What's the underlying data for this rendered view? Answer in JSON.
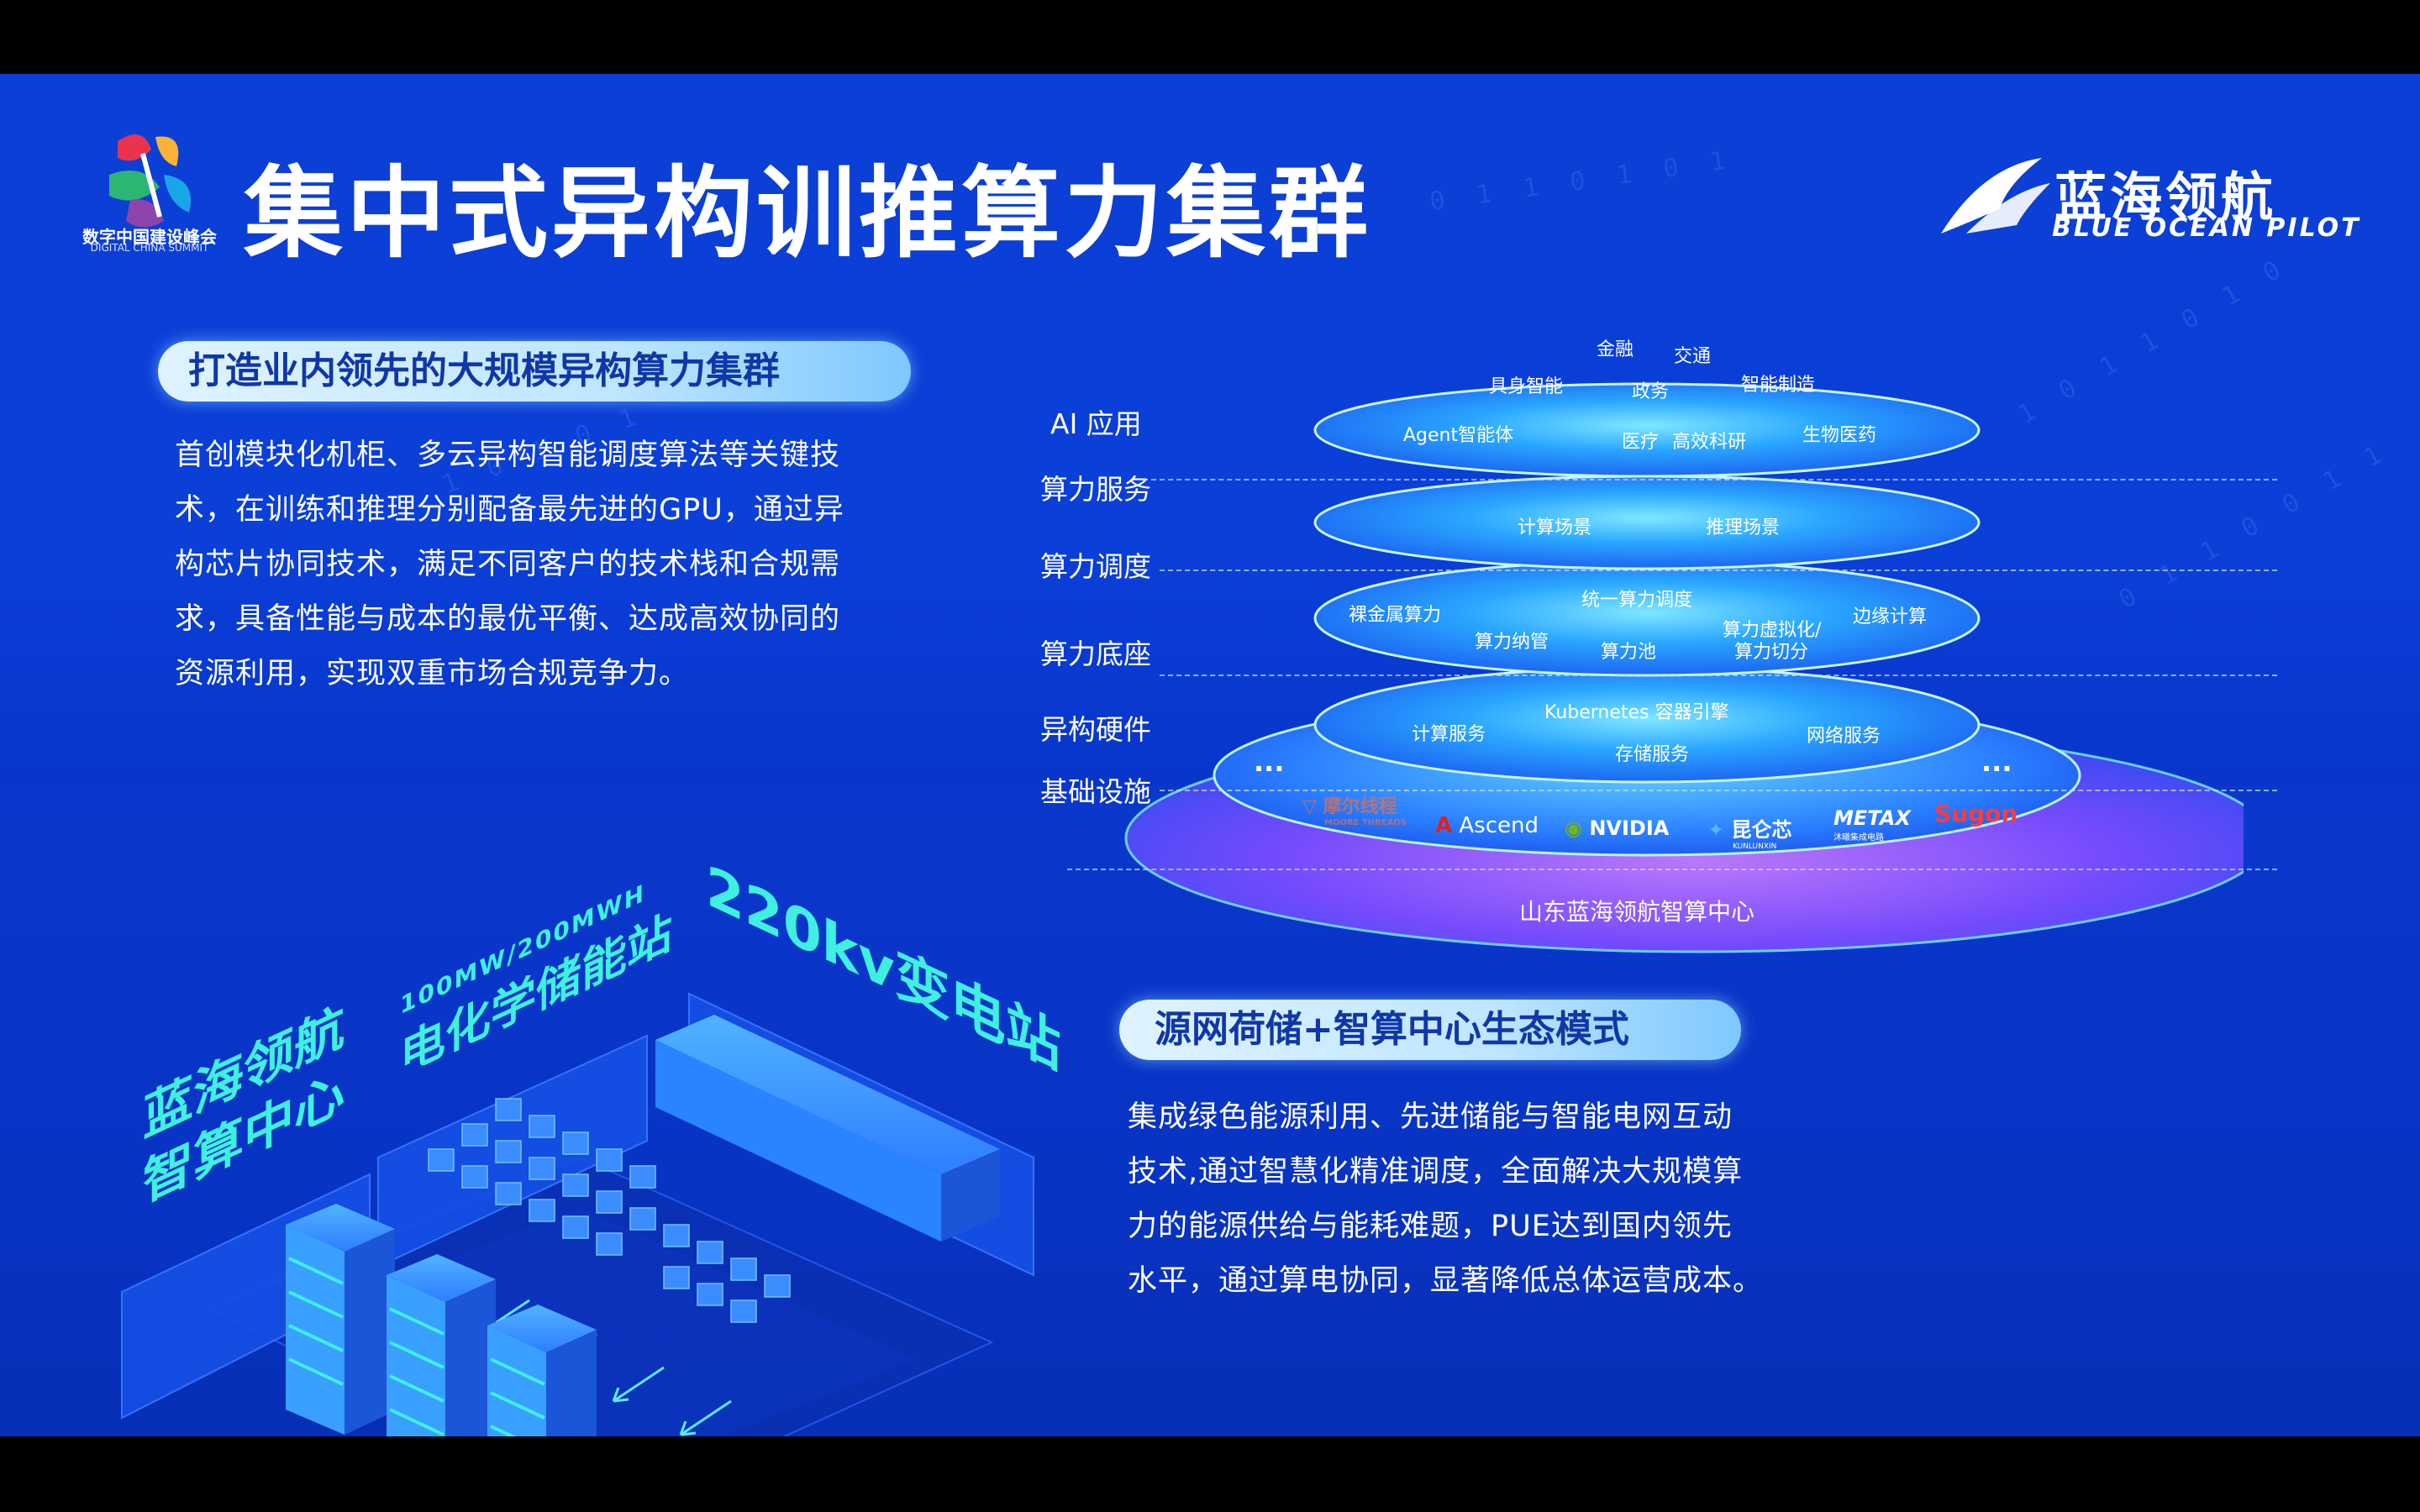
{
  "header": {
    "event_logo_cn": "数字中国建设峰会",
    "event_logo_en": "DIGITAL CHINA SUMMIT",
    "title": "集中式异构训推算力集群",
    "brand_cn": "蓝海领航",
    "brand_en": "BLUE OCEAN PILOT"
  },
  "section1": {
    "heading": "打造业内领先的大规模异构算力集群",
    "lines": [
      "首创模块化机柜、多云异构智能调度算法等关键技",
      "术，在训练和推理分别配备最先进的GPU，通过异",
      "构芯片协同技术，满足不同客户的技术栈和合规需",
      "求，具备性能与成本的最优平衡、达成高效协同的",
      "资源利用，实现双重市场合规竞争力。"
    ]
  },
  "section2": {
    "heading": "源网荷储+智算中心生态模式",
    "lines": [
      "集成绿色能源利用、先进储能与智能电网互动",
      "技术,通过智慧化精准调度，全面解决大规模算",
      "力的能源供给与能耗难题，PUE达到国内领先",
      "水平，通过算电协同，显著降低总体运营成本。"
    ]
  },
  "stack": {
    "layers": [
      "AI 应用",
      "算力服务",
      "算力调度",
      "算力底座",
      "异构硬件",
      "基础设施"
    ],
    "ai_apps_top": [
      "金融",
      "交通",
      "具身智能",
      "政务",
      "智能制造"
    ],
    "ai_apps_disc": [
      "Agent智能体",
      "医疗",
      "高效科研",
      "生物医药"
    ],
    "service_items": [
      "计算场景",
      "推理场景"
    ],
    "dispatch_items": [
      "裸金属算力",
      "统一算力调度",
      "算力纳管",
      "算力池",
      "算力虚拟化/",
      "算力切分",
      "边缘计算"
    ],
    "base_items": [
      "Kubernetes 容器引擎",
      "计算服务",
      "存储服务",
      "网络服务"
    ],
    "ellipsis": "...",
    "hardware_vendors": [
      "摩尔线程",
      "MOORE THREADS",
      "Ascend",
      "NVIDIA",
      "昆仑芯",
      "KUNLUNXIN",
      "METAX",
      "沐曦集成电路",
      "Sugon"
    ],
    "datacenter": "山东蓝海领航智算中心"
  },
  "illustration": {
    "sign_datacenter_1": "蓝海领航",
    "sign_datacenter_2": "智算中心",
    "sign_storage_1": "100MW/200MWH",
    "sign_storage_2": "电化学储能站",
    "sign_substation": "220kv变电站"
  },
  "colors": {
    "background": "#0a3fd8",
    "pill_text": "#1037a8",
    "cyan_glow": "#3ff0e0",
    "disc_blue": "#2d8fff",
    "disc_purple": "#9b4dff"
  }
}
